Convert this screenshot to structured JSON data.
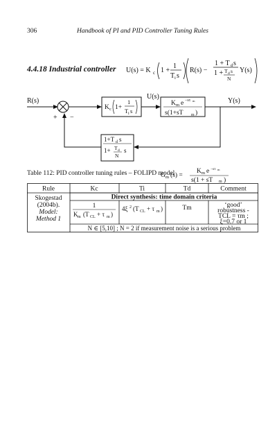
{
  "header": {
    "page_number": "306",
    "book_title": "Handbook of PI and PID Controller Tuning Rules"
  },
  "section": {
    "label": "4.4.18 Industrial controller"
  },
  "diagram": {
    "input_label": "R(s)",
    "output_label": "Y(s)",
    "control_label": "U(s)",
    "plus_sign": "+",
    "minus_sign": "−"
  },
  "table_caption": {
    "text": "Table 112: PID controller tuning rules – FOLIPD model"
  },
  "table": {
    "headers": [
      "Rule",
      "Kc",
      "Ti",
      "Td",
      "Comment"
    ],
    "group_title": "Direct synthesis: time domain criteria",
    "rule_lines": [
      "Skogestad",
      "(2004b).",
      "Model:",
      "Method 1"
    ],
    "kc_numerator": "1",
    "td_value": "Tm",
    "comment_lines": [
      "‘good’",
      "robustness -",
      "TCL = τm ;",
      "ξ=0.7 or 1"
    ],
    "footnote": "N ∈ [5,10] ; N = 2 if measurement noise is a serious problem"
  }
}
